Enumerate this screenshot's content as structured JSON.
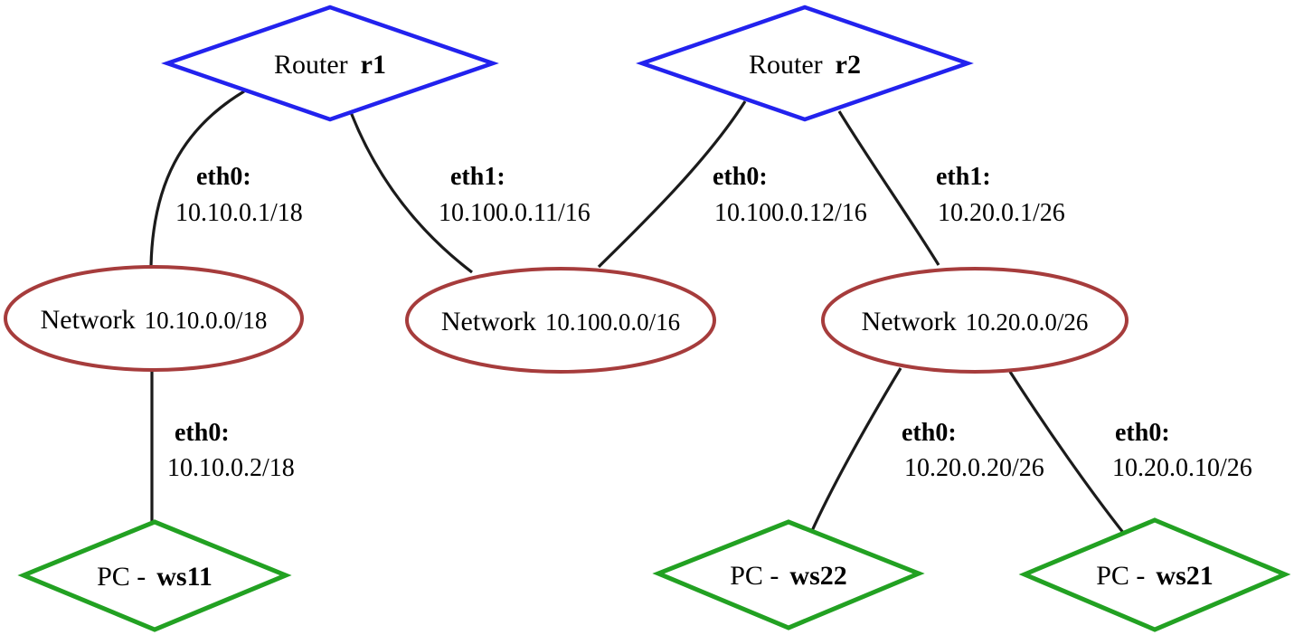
{
  "colors": {
    "router_stroke": "#2222ee",
    "network_stroke": "#a63c3c",
    "pc_stroke": "#22a122",
    "edge_stroke": "#1b1b1b",
    "text": "#000000",
    "background": "#ffffff"
  },
  "nodes": {
    "r1": {
      "type_label": "Router",
      "name": "r1"
    },
    "r2": {
      "type_label": "Router",
      "name": "r2"
    },
    "net_10_10": {
      "type_label": "Network",
      "cidr": "10.10.0.0/18"
    },
    "net_10_100": {
      "type_label": "Network",
      "cidr": "10.100.0.0/16"
    },
    "net_10_20": {
      "type_label": "Network",
      "cidr": "10.20.0.0/26"
    },
    "ws11": {
      "type_label": "PC -",
      "name": "ws11"
    },
    "ws22": {
      "type_label": "PC -",
      "name": "ws22"
    },
    "ws21": {
      "type_label": "PC -",
      "name": "ws21"
    }
  },
  "edge_labels": {
    "r1_eth0": {
      "iface": "eth0:",
      "ip": "10.10.0.1/18"
    },
    "r1_eth1": {
      "iface": "eth1:",
      "ip": "10.100.0.11/16"
    },
    "r2_eth0": {
      "iface": "eth0:",
      "ip": "10.100.0.12/16"
    },
    "r2_eth1": {
      "iface": "eth1:",
      "ip": "10.20.0.1/26"
    },
    "ws11_eth0": {
      "iface": "eth0:",
      "ip": "10.10.0.2/18"
    },
    "ws22_eth0": {
      "iface": "eth0:",
      "ip": "10.20.0.20/26"
    },
    "ws21_eth0": {
      "iface": "eth0:",
      "ip": "10.20.0.10/26"
    }
  }
}
